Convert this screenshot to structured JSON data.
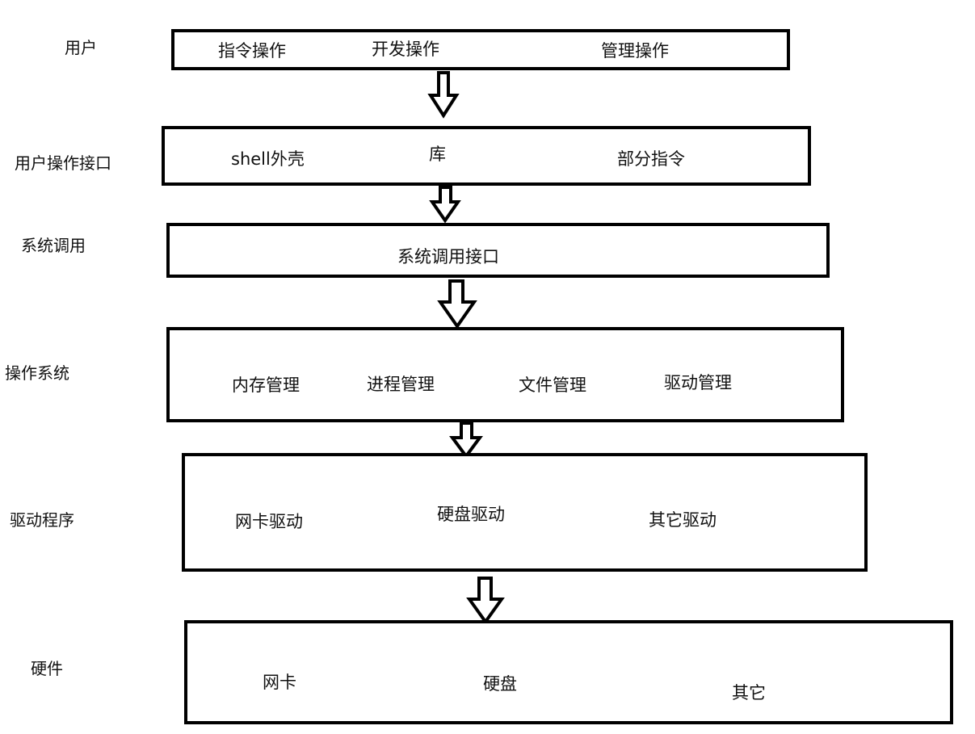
{
  "layers": [
    {
      "label": "用户",
      "items": [
        "指令操作",
        "开发操作",
        "管理操作"
      ]
    },
    {
      "label": "用户操作接口",
      "items": [
        "shell外壳",
        "库",
        "部分指令"
      ]
    },
    {
      "label": "系统调用",
      "items": [
        "系统调用接口"
      ]
    },
    {
      "label": "操作系统",
      "items": [
        "内存管理",
        "进程管理",
        "文件管理",
        "驱动管理"
      ]
    },
    {
      "label": "驱动程序",
      "items": [
        "网卡驱动",
        "硬盘驱动",
        "其它驱动"
      ]
    },
    {
      "label": "硬件",
      "items": [
        "网卡",
        "硬盘",
        "其它"
      ]
    }
  ]
}
